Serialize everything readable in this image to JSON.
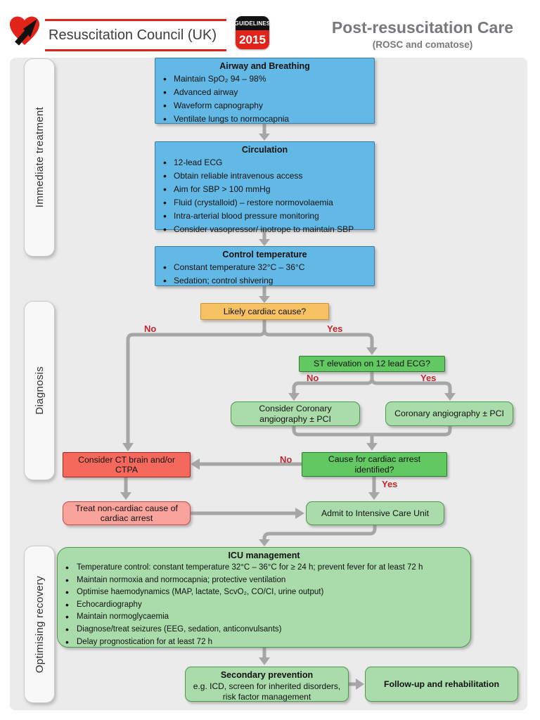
{
  "header": {
    "org": "Resuscitation Council (UK)",
    "badge_line1": "GUIDELINES",
    "badge_line2": "2015",
    "title": "Post-resuscitation Care",
    "subtitle": "(ROSC and comatose)"
  },
  "phases": {
    "immediate": "Immediate treatment",
    "diagnosis": "Diagnosis",
    "optimising": "Optimising recovery"
  },
  "flow": {
    "airway": {
      "title": "Airway and Breathing",
      "bullets": [
        "Maintain SpO₂ 94 – 98%",
        "Advanced airway",
        "Waveform capnography",
        "Ventilate lungs to normocapnia"
      ]
    },
    "circulation": {
      "title": "Circulation",
      "bullets": [
        "12-lead ECG",
        "Obtain reliable intravenous access",
        "Aim for SBP > 100 mmHg",
        "Fluid (crystalloid) – restore normovolaemia",
        "Intra-arterial blood pressure monitoring",
        "Consider vasopressor/ inotrope to maintain SBP"
      ]
    },
    "temperature": {
      "title": "Control temperature",
      "bullets": [
        "Constant temperature 32°C – 36°C",
        "Sedation; control shivering"
      ]
    },
    "likely_cardiac": "Likely cardiac cause?",
    "st_elevation": "ST elevation on 12 lead ECG?",
    "consider_angio": "Consider Coronary angiography ± PCI",
    "angio": "Coronary angiography ± PCI",
    "cause_identified": "Cause for cardiac arrest identified?",
    "ct_brain": "Consider CT brain and/or CTPA",
    "treat_noncardiac": "Treat non-cardiac cause of cardiac arrest",
    "admit_icu": "Admit to Intensive Care Unit",
    "icu": {
      "title": "ICU management",
      "bullets": [
        "Temperature control: constant temperature 32°C – 36°C for ≥ 24 h; prevent fever for at least 72 h",
        "Maintain normoxia and normocapnia; protective ventilation",
        "Optimise haemodynamics (MAP, lactate, ScvO₂, CO/CI, urine output)",
        "Echocardiography",
        "Maintain normoglycaemia",
        "Diagnose/treat seizures (EEG, sedation, anticonvulsants)",
        "Delay prognostication for at least 72 h"
      ]
    },
    "secondary": {
      "title": "Secondary prevention",
      "body": "e.g. ICD, screen for inherited disorders, risk factor management"
    },
    "followup": "Follow-up and rehabilitation"
  },
  "edge_labels": {
    "no": "No",
    "yes": "Yes"
  },
  "colors": {
    "brand_red": "#e2231a",
    "title_gray": "#77797c",
    "panel": "#ebebeb",
    "blue": "#63b9e5",
    "orange": "#f6c163",
    "green": "#62c862",
    "green_light": "#a9dcaa",
    "red": "#f4695c",
    "pink": "#f9a39c",
    "arrow": "#a6a6a6",
    "label_red": "#c1272d"
  }
}
